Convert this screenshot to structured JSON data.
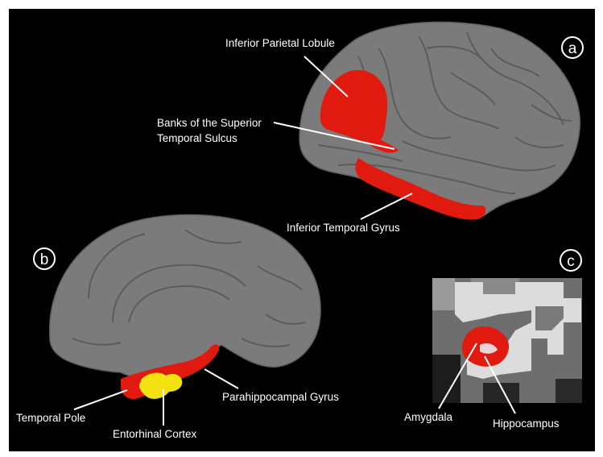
{
  "panels": [
    {
      "id": "a",
      "letter": "a"
    },
    {
      "id": "b",
      "letter": "b"
    },
    {
      "id": "c",
      "letter": "c"
    }
  ],
  "labels": {
    "inferior_parietal_lobule": "Inferior Parietal Lobule",
    "banks_sts_line1": "Banks of the Superior",
    "banks_sts_line2": "Temporal Sulcus",
    "inferior_temporal_gyrus": "Inferior Temporal Gyrus",
    "temporal_pole": "Temporal Pole",
    "entorhinal_cortex": "Entorhinal Cortex",
    "parahippocampal_gyrus": "Parahippocampal Gyrus",
    "amygdala": "Amygdala",
    "hippocampus": "Hippocampus"
  },
  "colors": {
    "background": "#000000",
    "cortex": "#7a7a7a",
    "cortex_dark": "#5a5a5a",
    "highlight_red": "#e01a0e",
    "highlight_yellow": "#f2e20f",
    "label_text": "#ffffff"
  }
}
